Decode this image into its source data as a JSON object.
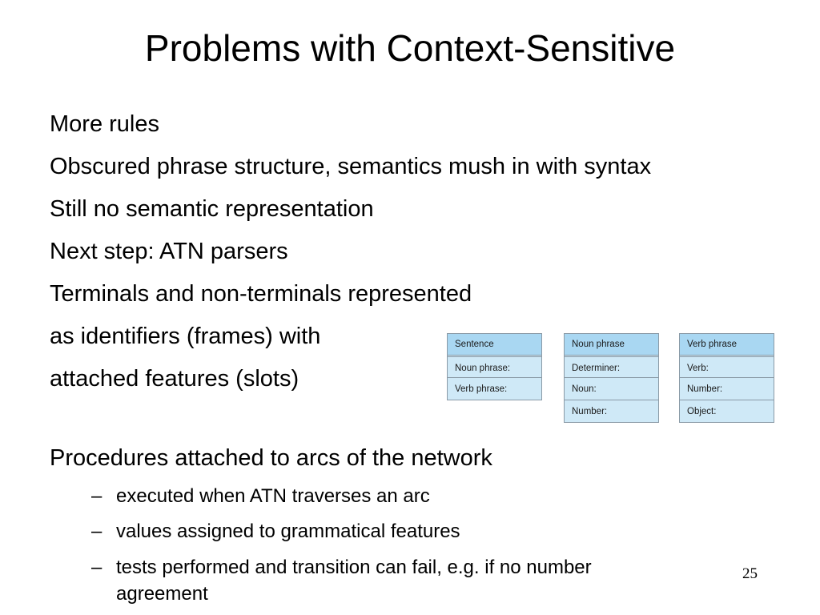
{
  "title": "Problems with Context-Sensitive",
  "bullets": [
    "More rules",
    "Obscured phrase structure, semantics mush in with syntax",
    "Still no semantic representation",
    "Next step: ATN parsers",
    "Terminals and non-terminals represented",
    "as identifiers (frames) with",
    "attached features (slots)",
    "Procedures attached to arcs of the network"
  ],
  "dash": "–",
  "sub_bullets": [
    "executed when ATN traverses an arc",
    "values assigned to grammatical features",
    "tests performed  and transition can fail, e.g. if no number",
    "agreement"
  ],
  "frames": [
    {
      "header": "Sentence",
      "slots": [
        "Noun phrase:",
        "Verb phrase:"
      ]
    },
    {
      "header": "Noun phrase",
      "slots": [
        "Determiner:",
        "Noun:",
        "Number:"
      ]
    },
    {
      "header": "Verb phrase",
      "slots": [
        "Verb:",
        "Number:",
        "Object:"
      ]
    }
  ],
  "page_number": "25"
}
